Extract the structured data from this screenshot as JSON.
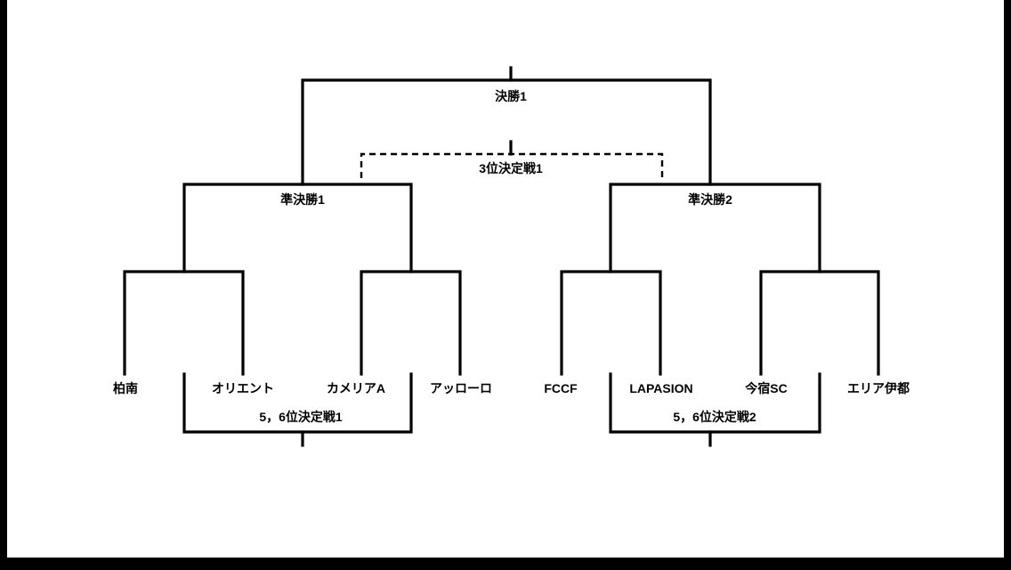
{
  "matches": {
    "final": "決勝1",
    "third_place": "3位決定戦1",
    "semifinal_1": "準決勝1",
    "semifinal_2": "準決勝2",
    "placement_1": "5，6位決定戦1",
    "placement_2": "5，6位決定戦2"
  },
  "teams": [
    "柏南",
    "オリエント",
    "カメリアA",
    "アッローロ",
    "FCCF",
    "LAPASION",
    "今宿SC",
    "エリア伊都"
  ]
}
